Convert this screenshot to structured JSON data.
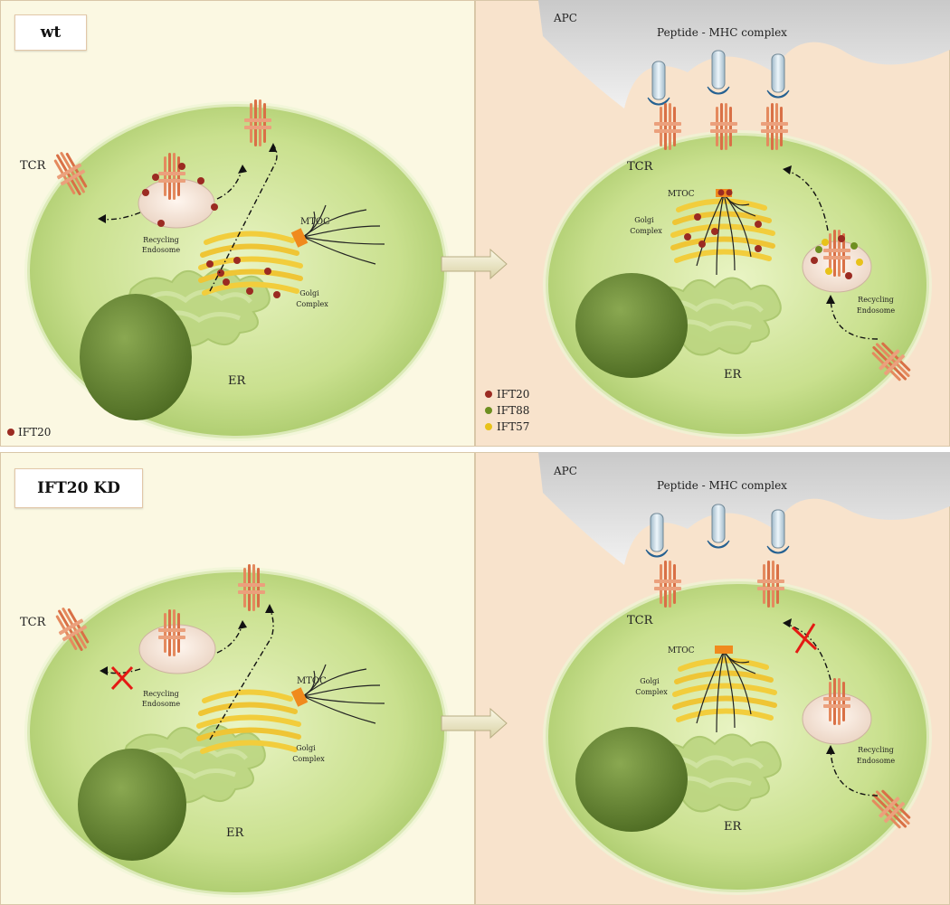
{
  "panels": {
    "wt": {
      "tag": "wt"
    },
    "kd": {
      "tag": "IFT20 KD"
    }
  },
  "labels": {
    "tcr": "TCR",
    "recycling": "Recycling",
    "endosome": "Endosome",
    "mtoc": "MTOC",
    "golgi": "Golgi",
    "complex": "Complex",
    "er": "ER",
    "apc": "APC",
    "pmhc": "Peptide - MHC complex"
  },
  "legend_left": {
    "items": [
      {
        "name": "IFT20",
        "color": "#9b2b22"
      }
    ]
  },
  "legend_right": {
    "items": [
      {
        "name": "IFT20",
        "color": "#9b2b22"
      },
      {
        "name": "IFT88",
        "color": "#6e8f20"
      },
      {
        "name": "IFT57",
        "color": "#e8c21a"
      }
    ]
  },
  "colors": {
    "cell": "#d3e79c",
    "nucleus": "#5d7d2c",
    "tcr": "#e48a5e",
    "golgi": "#f2cd3c",
    "mhc": "#cde2ee",
    "peptide": "#3b87c4",
    "apc": "#dedede",
    "block": "#e41a14"
  }
}
